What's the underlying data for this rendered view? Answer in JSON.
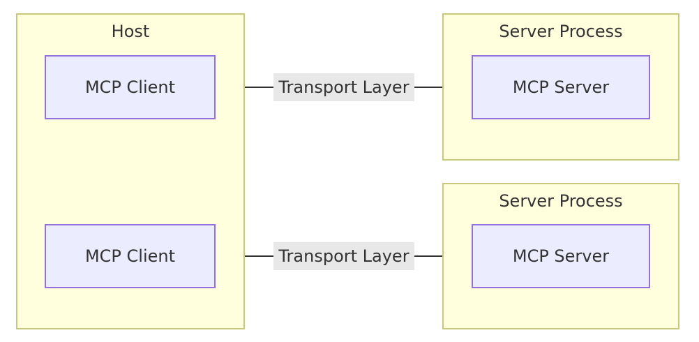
{
  "diagram": {
    "colors": {
      "cluster_fill": "#ffffde",
      "cluster_border": "#c8c87a",
      "node_fill": "#ececff",
      "node_border": "#9370db",
      "edge": "#333333",
      "edge_label_bg": "#e8e8e8"
    },
    "host": {
      "title": "Host",
      "clients": [
        "MCP Client",
        "MCP Client"
      ]
    },
    "servers": [
      {
        "title": "Server Process",
        "node": "MCP Server"
      },
      {
        "title": "Server Process",
        "node": "MCP Server"
      }
    ],
    "edges": [
      {
        "from": "MCP Client",
        "to": "MCP Server",
        "label": "Transport Layer",
        "direction": "bidirectional"
      },
      {
        "from": "MCP Client",
        "to": "MCP Server",
        "label": "Transport Layer",
        "direction": "bidirectional"
      }
    ]
  }
}
